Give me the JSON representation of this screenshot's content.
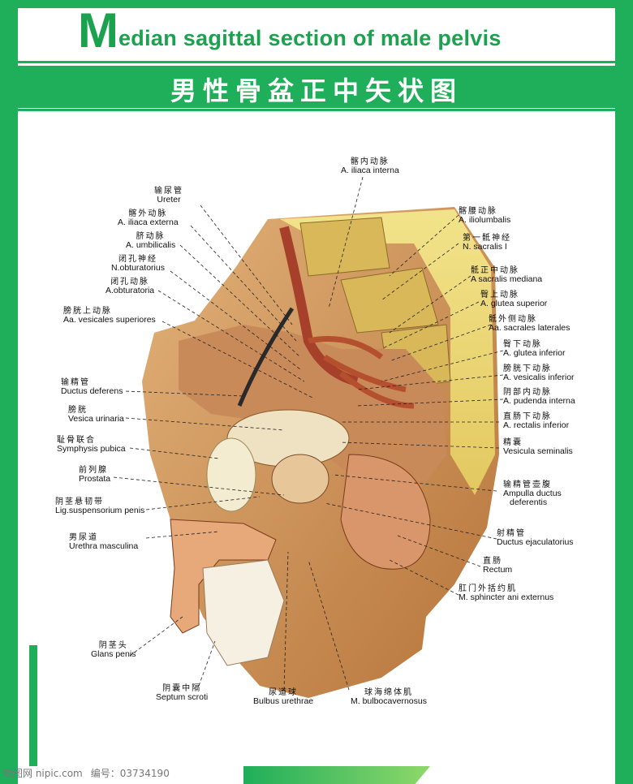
{
  "title": {
    "en_initial": "M",
    "en_rest": "edian sagittal section of male pelvis",
    "zh": "男性骨盆正中矢状图"
  },
  "labels": [
    {
      "id": "iliaca-interna",
      "zh": "髂内动脉",
      "en": "A. iliaca interna"
    },
    {
      "id": "ureter",
      "zh": "输尿管",
      "en": "Ureter"
    },
    {
      "id": "iliaca-externa",
      "zh": "髂外动脉",
      "en": "A. iliaca externa"
    },
    {
      "id": "umbilicalis",
      "zh": "脐动脉",
      "en": "A. umbilicalis"
    },
    {
      "id": "obturatorius",
      "zh": "闭孔神经",
      "en": "N.obturatorius"
    },
    {
      "id": "obturatoria",
      "zh": "闭孔动脉",
      "en": "A.obturatoria"
    },
    {
      "id": "vesicales-superiores",
      "zh": "膀胱上动脉",
      "en": "Aa. vesicales superiores"
    },
    {
      "id": "ductus-deferens",
      "zh": "输精管",
      "en": "Ductus deferens"
    },
    {
      "id": "vesica-urinaria",
      "zh": "膀胱",
      "en": "Vesica urinaria"
    },
    {
      "id": "symphysis-pubica",
      "zh": "耻骨联合",
      "en": "Symphysis pubica"
    },
    {
      "id": "prostata",
      "zh": "前列腺",
      "en": "Prostata"
    },
    {
      "id": "lig-suspensorium",
      "zh": "阴茎悬韧带",
      "en": "Lig.suspensorium penis"
    },
    {
      "id": "urethra-masculina",
      "zh": "男尿道",
      "en": "Urethra masculina"
    },
    {
      "id": "glans-penis",
      "zh": "阴茎头",
      "en": "Glans penis"
    },
    {
      "id": "septum-scroti",
      "zh": "阴囊中隔",
      "en": "Septum scroti"
    },
    {
      "id": "bulbus-urethrae",
      "zh": "尿道球",
      "en": "Bulbus urethrae"
    },
    {
      "id": "bulbocavernosus",
      "zh": "球海绵体肌",
      "en": "M. bulbocavernosus"
    },
    {
      "id": "iliolumbalis",
      "zh": "髂腰动脉",
      "en": "A. iliolumbalis"
    },
    {
      "id": "sacralis-1",
      "zh": "第一骶神经",
      "en": "N. sacralis I"
    },
    {
      "id": "sacralis-mediana",
      "zh": "骶正中动脉",
      "en": "A sacralis mediana"
    },
    {
      "id": "glutea-superior",
      "zh": "臀上动脉",
      "en": "A. glutea superior"
    },
    {
      "id": "sacrales-laterales",
      "zh": "骶外侧动脉",
      "en": "Aa. sacrales laterales"
    },
    {
      "id": "glutea-inferior",
      "zh": "臀下动脉",
      "en": "A. glutea inferior"
    },
    {
      "id": "vesicalis-inferior",
      "zh": "膀胱下动脉",
      "en": "A. vesicalis inferior"
    },
    {
      "id": "pudenda-interna",
      "zh": "阴部内动脉",
      "en": "A. pudenda interna"
    },
    {
      "id": "rectalis-inferior",
      "zh": "直肠下动脉",
      "en": "A. rectalis inferior"
    },
    {
      "id": "vesicula-seminalis",
      "zh": "精囊",
      "en": "Vesicula seminalis"
    },
    {
      "id": "ampulla-ductus",
      "zh": "输精管壶腹",
      "en": "Ampulla ductus",
      "en2": "deferentis"
    },
    {
      "id": "ejaculatorius",
      "zh": "射精管",
      "en": "Ductus ejaculatorius"
    },
    {
      "id": "rectum",
      "zh": "直肠",
      "en": "Rectum"
    },
    {
      "id": "sphincter-ani",
      "zh": "肛门外括约肌",
      "en": "M. sphincter ani externus"
    }
  ],
  "watermark": {
    "site": "昵图网 nipic.com",
    "id_text": "编号：03734190"
  },
  "colors": {
    "frame_green": "#1fae5a",
    "flesh": "#c98a4a",
    "bone": "#e8d46a",
    "artery": "#b04a2a"
  }
}
